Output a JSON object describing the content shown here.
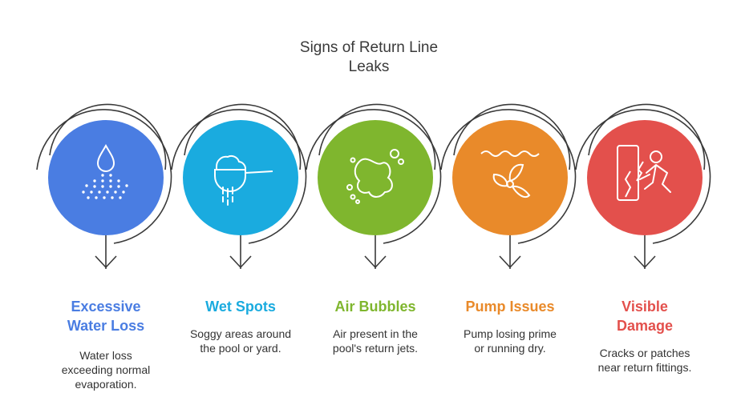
{
  "title_lines": [
    "Signs of Return Line",
    "Leaks"
  ],
  "steps": [
    {
      "title_lines": [
        "Excessive",
        "Water Loss"
      ],
      "desc_lines": [
        "Water loss",
        "exceeding normal",
        "evaporation."
      ],
      "color": "#4a7de2",
      "icon": "water-droplet-icon"
    },
    {
      "title_lines": [
        "Wet Spots"
      ],
      "desc_lines": [
        "Soggy areas around",
        "the pool or yard."
      ],
      "color": "#1aabdf",
      "icon": "watering-can-icon"
    },
    {
      "title_lines": [
        "Air Bubbles"
      ],
      "desc_lines": [
        "Air present in the",
        "pool's return jets."
      ],
      "color": "#7fb62e",
      "icon": "bubble-splash-icon"
    },
    {
      "title_lines": [
        "Pump Issues"
      ],
      "desc_lines": [
        "Pump losing prime",
        "or running dry."
      ],
      "color": "#e98a2a",
      "icon": "propeller-icon"
    },
    {
      "title_lines": [
        "Visible",
        "Damage"
      ],
      "desc_lines": [
        "Cracks or patches",
        "near return fittings."
      ],
      "color": "#e3504c",
      "icon": "broken-fitting-icon"
    }
  ]
}
